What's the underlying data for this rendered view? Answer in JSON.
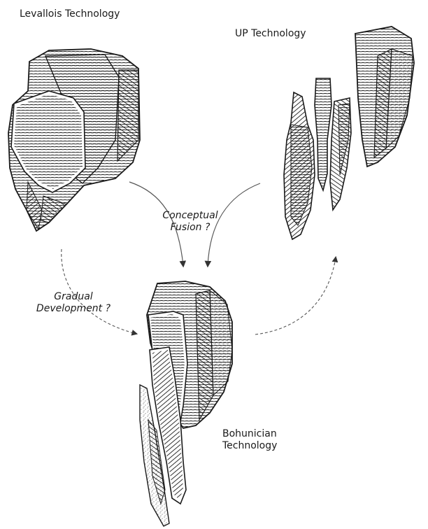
{
  "labels": {
    "levallois": "Levallois Technology",
    "up": "UP Technology",
    "conceptual_line1": "Conceptual",
    "conceptual_line2": "Fusion ?",
    "gradual_line1": "Gradual",
    "gradual_line2": "Development ?",
    "bohunician_line1": "Bohunician",
    "bohunician_line2": "Technology"
  },
  "colors": {
    "ink": "#1a1a1a",
    "arrow": "#555555",
    "paper": "#ffffff"
  }
}
